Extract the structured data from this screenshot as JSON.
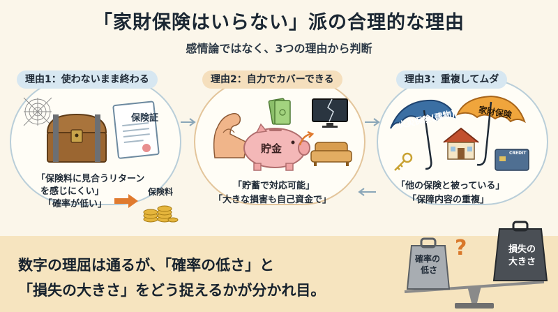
{
  "header": {
    "title": "「家財保険はいらない」派の合理的な理由",
    "subtitle": "感情論ではなく、3つの理由から判断"
  },
  "reasons": [
    {
      "badge": "理由1：使わないまま終わる",
      "lines": [
        "「保険料に見合うリターン",
        "を感じにくい」",
        "「確率が低い」"
      ],
      "doc_label": "保険証",
      "coin_label": "保険料"
    },
    {
      "badge": "理由2：自力でカバーできる",
      "lines": [
        "「貯蓄で対応可能」",
        "「大きな損害も自己資金で」"
      ],
      "pig_label": "貯金"
    },
    {
      "badge": "理由3：重複してムダ",
      "lines": [
        "「他の保険と被っている」",
        "「保障内容の重複」"
      ],
      "umbrella1": "火災保険(建物)",
      "umbrella2": "家財保険",
      "card_label": "CREDIT"
    }
  ],
  "conclusion": {
    "line1": "数字の理屈は通るが、「確率の低さ」と",
    "line2": "「損失の大きさ」をどう捉えるかが分かれ目。",
    "weight_left": [
      "確率の",
      "低さ"
    ],
    "weight_right": [
      "損失の",
      "大きさ"
    ],
    "question": "?"
  },
  "colors": {
    "panel_border_blue": "#b9ced9",
    "panel_border_orange": "#e3c59b",
    "bottom_band": "#f6e4bf",
    "arrow_orange": "#e07a2e"
  }
}
